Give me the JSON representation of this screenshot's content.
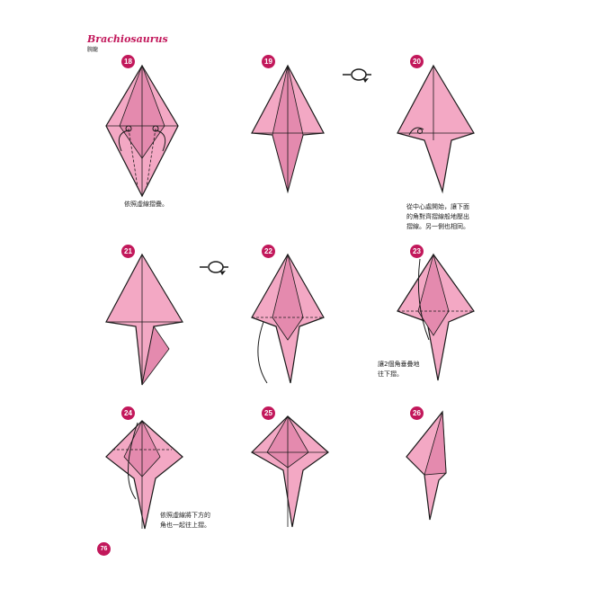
{
  "header": {
    "title": "Brachiosaurus",
    "subtitle": "腕龍"
  },
  "colors": {
    "paper": "#f3a8c4",
    "paper_shade": "#e48aae",
    "accent": "#c2185b",
    "line": "#1a1a1a"
  },
  "steps": [
    {
      "number": "18",
      "caption": "依照虛線摺疊。"
    },
    {
      "number": "19",
      "caption": ""
    },
    {
      "number": "20",
      "caption": "從中心處開始，讓下面\n的角對齊摺線般地壓出\n摺線。另一側也相同。"
    },
    {
      "number": "21",
      "caption": ""
    },
    {
      "number": "22",
      "caption": ""
    },
    {
      "number": "23",
      "caption": "讓2個角垂疊地\n往下摺。"
    },
    {
      "number": "24",
      "caption": "依照虛線將下方的\n角也一起往上摺。"
    },
    {
      "number": "25",
      "caption": ""
    },
    {
      "number": "26",
      "caption": ""
    }
  ],
  "symbols": {
    "turn_over_1": "turn-over-icon",
    "turn_over_2": "turn-over-icon"
  },
  "footer": {
    "page_number": "76"
  }
}
